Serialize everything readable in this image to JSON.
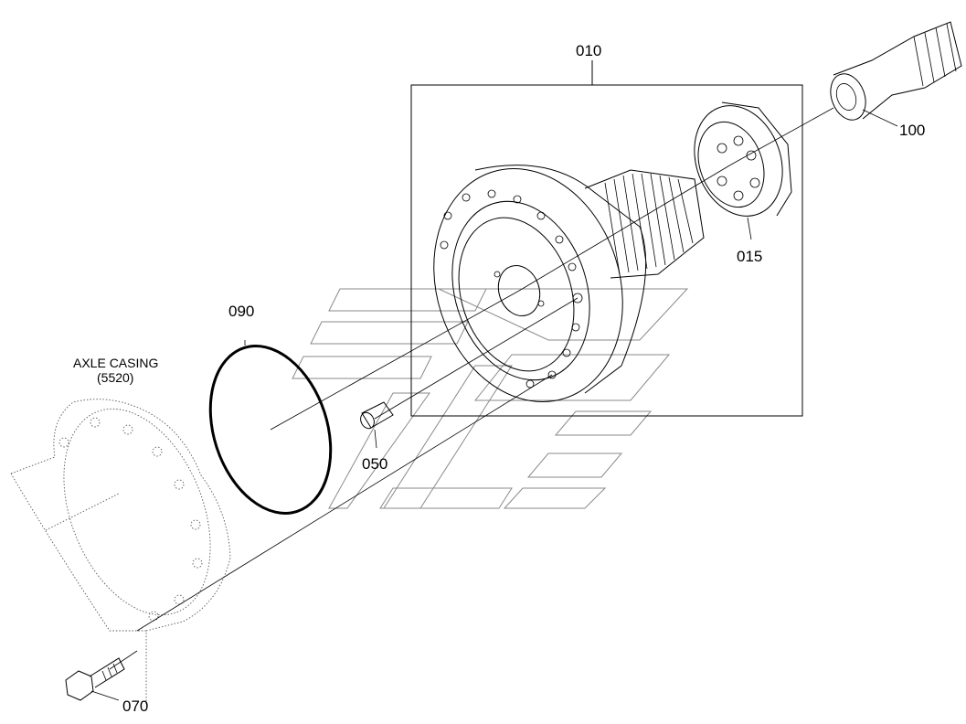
{
  "labels": {
    "assembly": "010",
    "part_015": "015",
    "part_100": "100",
    "part_090": "090",
    "part_050": "050",
    "part_070": "070",
    "axle_casing": "AXLE CASING",
    "axle_casing_ref": "(5520)"
  }
}
